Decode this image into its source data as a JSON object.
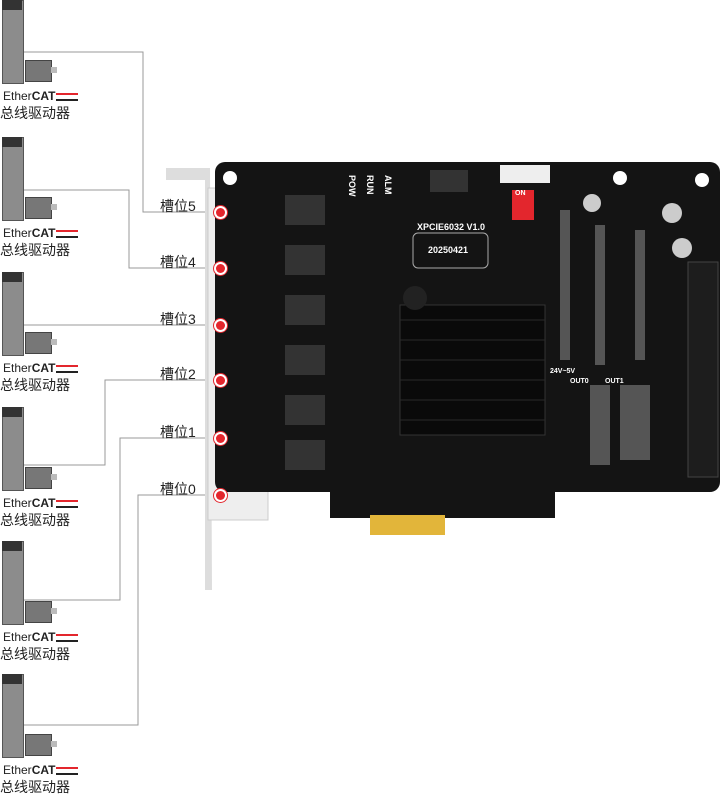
{
  "drivers": [
    {
      "brand_a": "Ether",
      "brand_b": "CAT",
      "label": "总线驱动器"
    },
    {
      "brand_a": "Ether",
      "brand_b": "CAT",
      "label": "总线驱动器"
    },
    {
      "brand_a": "Ether",
      "brand_b": "CAT",
      "label": "总线驱动器"
    },
    {
      "brand_a": "Ether",
      "brand_b": "CAT",
      "label": "总线驱动器"
    },
    {
      "brand_a": "Ether",
      "brand_b": "CAT",
      "label": "总线驱动器"
    },
    {
      "brand_a": "Ether",
      "brand_b": "CAT",
      "label": "总线驱动器"
    }
  ],
  "slots": [
    "槽位5",
    "槽位4",
    "槽位3",
    "槽位2",
    "槽位1",
    "槽位0"
  ],
  "board": {
    "model": "XPCIE6032 V1.0",
    "date": "20250421",
    "leds": [
      "POW",
      "RUN",
      "ALM"
    ],
    "dip": "ON",
    "rails": "24V~5V",
    "outputs": [
      "OUT0",
      "OUT1"
    ]
  },
  "colors": {
    "accent": "#e3262d",
    "pcb": "#141414",
    "gold": "#e2b53a"
  }
}
